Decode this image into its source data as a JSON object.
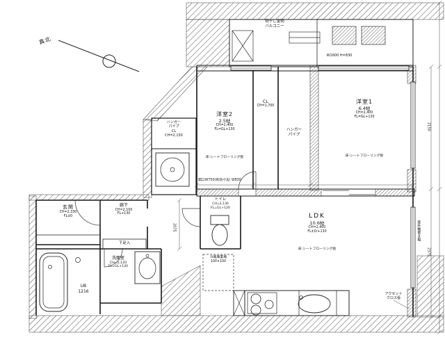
{
  "drawing": {
    "type": "floor-plan",
    "compass_label": "真北"
  },
  "balcony": {
    "hardware": "物干し金物",
    "name": "バルコニー",
    "window_dim": "W1600 H=830"
  },
  "rooms": {
    "yoshitsu2": {
      "name": "洋室2",
      "size": "2.5帖",
      "ch": "CH=2,400",
      "fl": "FL=GL+130",
      "floor_note": "床:シートフローリング張"
    },
    "yoshitsu1": {
      "name": "洋室1",
      "size": "6.4帖",
      "ch": "CH=2,400",
      "fl": "FL=GL+130",
      "floor_note": "床:シートフローリング張"
    },
    "ldk": {
      "name": "LDK",
      "size": "10.6帖",
      "ch": "CH=2,400",
      "fl": "FL±0/+130",
      "floor_note": "床:シートフローリング張"
    },
    "genkan": {
      "name": "玄関",
      "ch": "CH=2,330",
      "fl": "FL±0"
    },
    "rouka": {
      "name": "廊下",
      "ch": "CH=2,100",
      "fl": "FL+130"
    },
    "toilet": {
      "name": "トイレ",
      "ch": "CH=2,130",
      "fl": "FL=GL+120"
    },
    "senmen": {
      "name": "洗面室",
      "ch": "CH=2,120",
      "fl": "FL=GL+120"
    },
    "ub": {
      "name": "UB",
      "size": "1216"
    },
    "cl_mid": {
      "name": "CL",
      "ch": "CH=1,700"
    },
    "cl_left": {
      "l1": "ハンガー",
      "l2": "パイプ",
      "l3": "CL",
      "l4": "CH=2,150"
    },
    "hanger_pipe": {
      "l1": "ハンガー",
      "l2": "パイプ"
    }
  },
  "fixtures": {
    "shoe_box": "下足入",
    "fridge_l1": "冷蔵庫置場",
    "fridge_l2": "100×100",
    "accent_l1": "アクセント",
    "accent_l2": "クロス張",
    "outdoor_unit": "室外機置き場"
  },
  "dimensions": {
    "mid_opening": "開口W750(有効寸法) W830",
    "right_top": "2150",
    "right_bottom": "2375",
    "left_vertical": "2075"
  }
}
